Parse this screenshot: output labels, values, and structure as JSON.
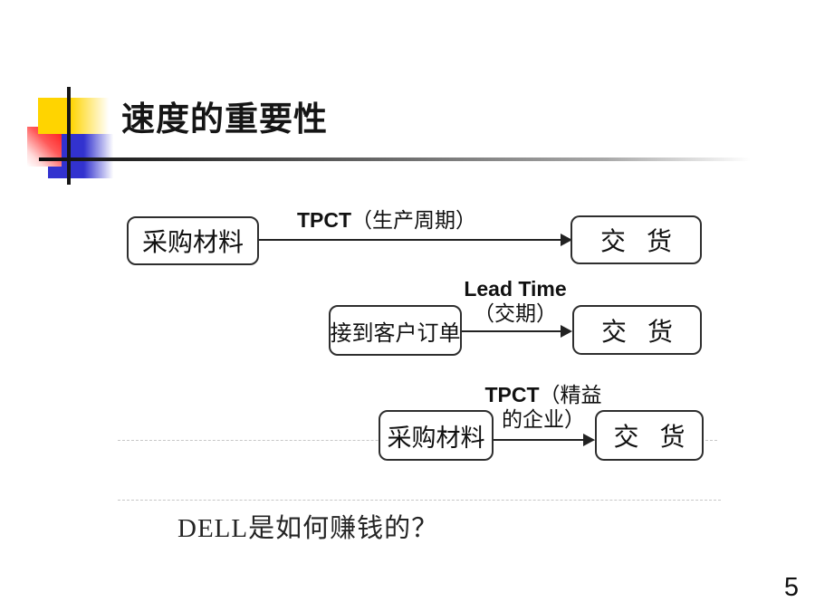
{
  "slide": {
    "title": "速度的重要性",
    "footer_question": "DELL是如何赚钱的？",
    "page_number": "5"
  },
  "diagram": {
    "row1": {
      "source": "采购材料",
      "label_bold": "TPCT",
      "label_rest": "（生产周期）",
      "target": "交 货"
    },
    "row2": {
      "source": "接到客户订单",
      "label_bold": "Lead Time",
      "label_line2": "（交期）",
      "target": "交 货"
    },
    "row3": {
      "source": "采购材料",
      "label_bold": "TPCT",
      "label_rest": "（精益",
      "label_line2": "的企业）",
      "target": "交 货"
    }
  },
  "colors": {
    "accent_yellow": "#ffd400",
    "accent_red": "#ff1212",
    "accent_blue": "#3232cf",
    "ink": "#1c1c1c",
    "box_border": "#2e2e2e",
    "faint_line": "#c7c7c7"
  }
}
